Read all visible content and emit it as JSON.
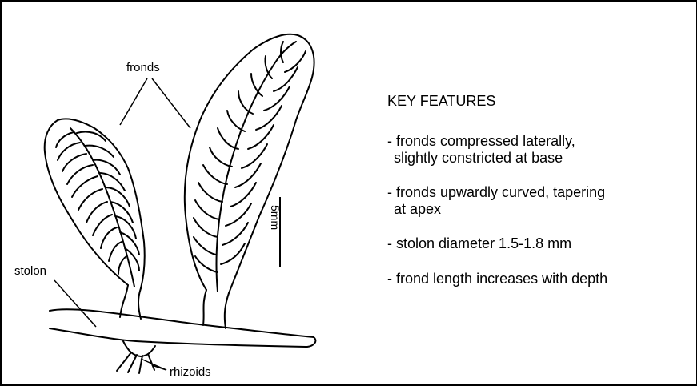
{
  "labels": {
    "fronds": "fronds",
    "stolon": "stolon",
    "rhizoids": "rhizoids",
    "scale": "5mm"
  },
  "key": {
    "title": "KEY FEATURES",
    "items": [
      {
        "line1": "- fronds compressed laterally,",
        "line2": "slightly constricted at base"
      },
      {
        "line1": "- fronds upwardly curved, tapering",
        "line2": "at apex"
      },
      {
        "line1": "- stolon diameter 1.5-1.8 mm",
        "line2": ""
      },
      {
        "line1": "- frond length increases with depth",
        "line2": ""
      }
    ]
  },
  "colors": {
    "ink": "#000000",
    "background": "#ffffff"
  }
}
